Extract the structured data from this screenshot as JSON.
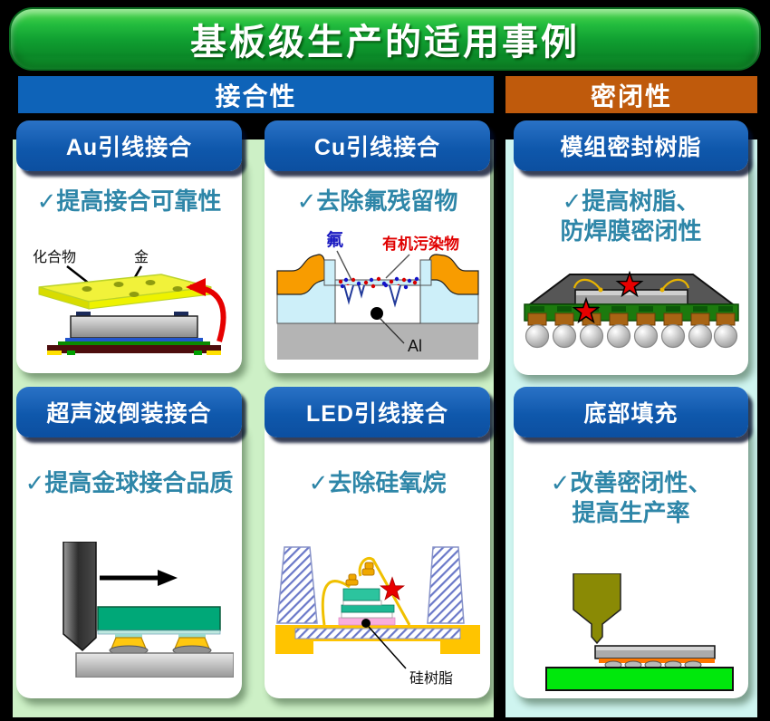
{
  "banner": {
    "title": "基板级生产的适用事例"
  },
  "sections": {
    "bonding": {
      "label": "接合性",
      "color": "#0e63b8"
    },
    "sealing": {
      "label": "密闭性",
      "color": "#bf5a0c"
    }
  },
  "colors": {
    "banner_green": "#12a033",
    "panel_bonding_bg": "#cdf0c6",
    "panel_sealing_bg": "#cff5f0",
    "card_header_blue": "#0f58ac",
    "benefit_text": "#2e86a8",
    "page_bg": "#000000"
  },
  "cards": {
    "au": {
      "title": "Au引线接合",
      "benefit": [
        "✓提高接合可靠性"
      ],
      "labels": {
        "compound": "化合物",
        "gold": "金"
      }
    },
    "cu": {
      "title": "Cu引线接合",
      "benefit": [
        "✓去除氟残留物"
      ],
      "labels": {
        "fluorine": "氟",
        "organic": "有机污染物",
        "aluminum": "Al"
      }
    },
    "module": {
      "title": "模组密封树脂",
      "benefit": [
        "✓提高树脂、",
        "防焊膜密闭性"
      ]
    },
    "ultrasonic": {
      "title": "超声波倒装接合",
      "benefit": [
        "✓提高金球接合品质"
      ]
    },
    "led": {
      "title": "LED引线接合",
      "benefit": [
        "✓去除硅氧烷"
      ],
      "labels": {
        "silicone": "硅树脂"
      }
    },
    "underfill": {
      "title": "底部填充",
      "benefit": [
        "✓改善密闭性、",
        "提高生产率"
      ]
    }
  }
}
